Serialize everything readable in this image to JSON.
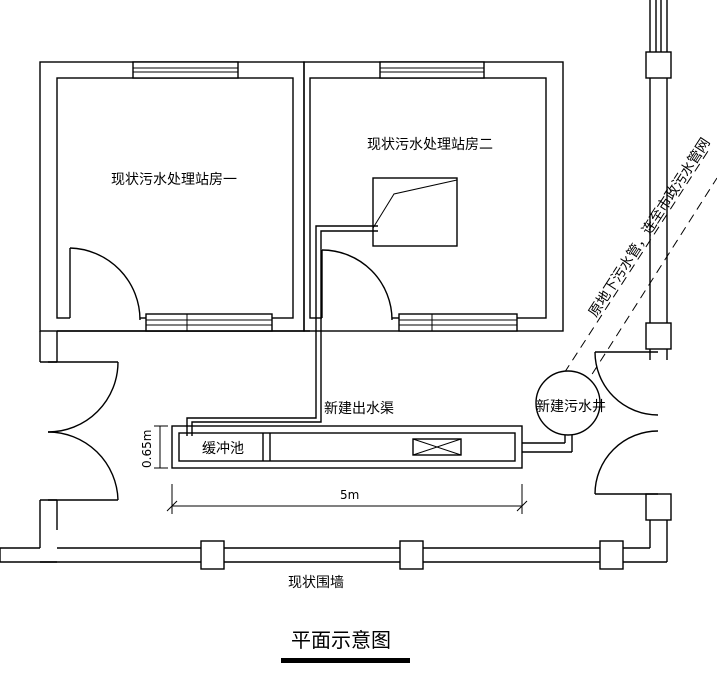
{
  "labels": {
    "room1": "现状污水处理站房一",
    "room2": "现状污水处理站房二",
    "channel": "新建出水渠",
    "buffer_pool": "缓冲池",
    "well": "新建污水井",
    "pipe": "原地下污水管，连至市政污水管网",
    "dim_width": "0.65m",
    "dim_length": "5m",
    "fence": "现状围墙",
    "title": "平面示意图"
  }
}
